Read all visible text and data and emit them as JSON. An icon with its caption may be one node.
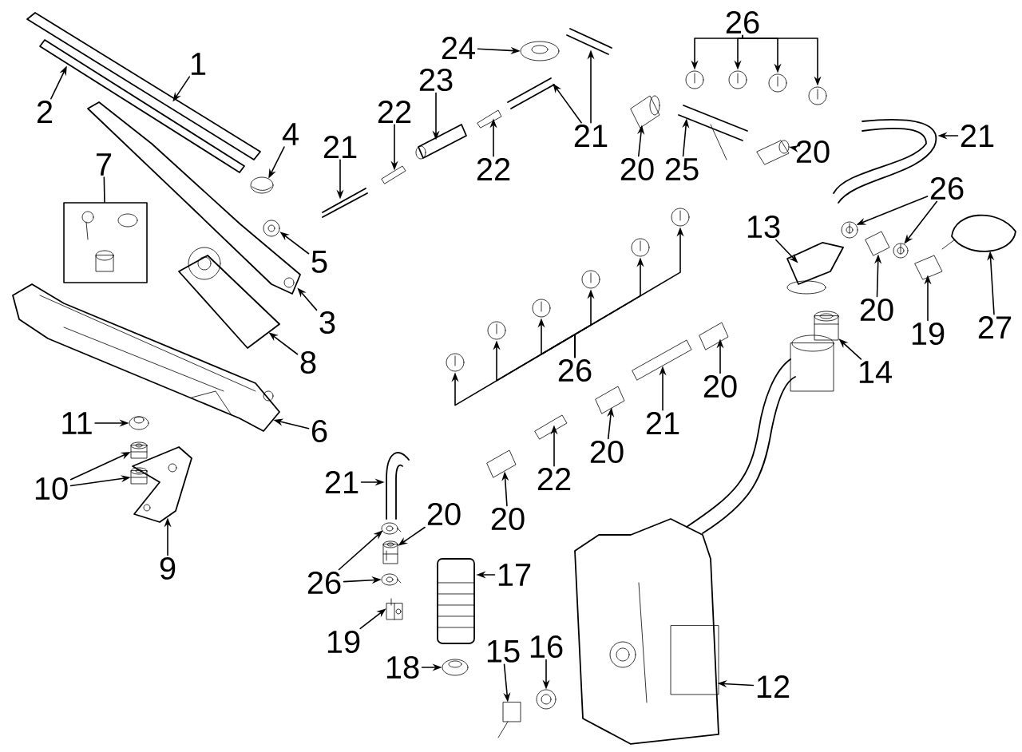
{
  "diagram": {
    "nodes": [
      {
        "text": [
          "1"
        ]
      },
      {
        "text": [
          "2"
        ]
      },
      {
        "text": [
          "4"
        ]
      },
      {
        "text": [
          "5"
        ]
      },
      {
        "text": [
          "3"
        ]
      },
      {
        "text": [
          "7"
        ]
      },
      {
        "text": [],
        "shape": "box"
      },
      {
        "text": [
          "8"
        ]
      },
      {
        "text": [
          "6"
        ]
      },
      {
        "text": [
          "11"
        ]
      },
      {
        "text": [
          "10"
        ]
      },
      {
        "text": [
          "9"
        ]
      },
      {
        "text": [
          "21"
        ]
      },
      {
        "text": [
          "20"
        ]
      },
      {
        "text": [
          "26"
        ]
      },
      {
        "text": [
          "19"
        ]
      },
      {
        "text": [
          "18"
        ]
      },
      {
        "text": [
          "17"
        ]
      },
      {
        "text": [
          "15"
        ]
      },
      {
        "text": [
          "16"
        ]
      },
      {
        "text": [
          "12"
        ]
      },
      {
        "text": [
          "21"
        ]
      },
      {
        "text": [
          "22"
        ]
      },
      {
        "text": [
          "23"
        ]
      },
      {
        "text": [
          "22"
        ]
      },
      {
        "text": [
          "24"
        ]
      },
      {
        "text": [
          "21"
        ]
      },
      {
        "text": [
          "20"
        ]
      },
      {
        "text": [
          "25"
        ]
      },
      {
        "text": [
          "26"
        ]
      },
      {
        "text": [
          "21"
        ]
      },
      {
        "text": [
          "20"
        ]
      },
      {
        "text": [
          "13"
        ]
      },
      {
        "text": [
          "26"
        ]
      },
      {
        "text": [
          "20"
        ]
      },
      {
        "text": [
          "19"
        ]
      },
      {
        "text": [
          "27"
        ]
      },
      {
        "text": [
          "14"
        ]
      },
      {
        "text": [
          "26"
        ]
      },
      {
        "text": [
          "20"
        ]
      },
      {
        "text": [
          "21"
        ]
      },
      {
        "text": [
          "20"
        ]
      },
      {
        "text": [
          "22"
        ]
      },
      {
        "text": [
          "20"
        ]
      },
      {
        "text": [],
        "shape": "picture"
      },
      {
        "text": [],
        "shape": "picture"
      },
      {
        "text": [],
        "shape": "picture"
      },
      {
        "text": [],
        "shape": "picture"
      },
      {
        "text": [],
        "shape": "picture"
      },
      {
        "text": [],
        "shape": "picture"
      },
      {
        "text": [],
        "shape": "picture"
      },
      {
        "text": [],
        "shape": "picture"
      },
      {
        "text": [],
        "shape": "picture"
      },
      {
        "text": [],
        "shape": "picture"
      },
      {
        "text": [],
        "shape": "picture"
      },
      {
        "text": [],
        "shape": "picture"
      },
      {
        "text": [],
        "shape": "picture"
      },
      {
        "text": [],
        "shape": "picture"
      },
      {
        "text": [],
        "shape": "picture"
      },
      {
        "text": [],
        "shape": "picture"
      },
      {
        "text": [],
        "shape": "picture"
      },
      {
        "text": [],
        "shape": "picture"
      },
      {
        "text": [],
        "shape": "picture"
      },
      {
        "text": [],
        "shape": "picture"
      },
      {
        "text": [],
        "shape": "picture"
      },
      {
        "text": [],
        "shape": "picture"
      },
      {
        "text": [],
        "shape": "picture"
      },
      {
        "text": [],
        "shape": "picture"
      },
      {
        "text": [],
        "shape": "picture"
      },
      {
        "text": [],
        "shape": "picture"
      },
      {
        "text": [],
        "shape": "picture"
      },
      {
        "text": [],
        "shape": "picture"
      },
      {
        "text": [],
        "shape": "picture"
      },
      {
        "text": [],
        "shape": "picture"
      },
      {
        "text": [],
        "shape": "picture"
      },
      {
        "text": [],
        "shape": "picture"
      },
      {
        "text": [],
        "shape": "picture"
      },
      {
        "text": [],
        "shape": "picture"
      },
      {
        "text": [],
        "shape": "picture"
      },
      {
        "text": [],
        "shape": "picture"
      },
      {
        "text": [],
        "shape": "picture"
      },
      {
        "text": [],
        "shape": "picture"
      },
      {
        "text": [],
        "shape": "picture"
      },
      {
        "text": [],
        "shape": "picture"
      },
      {
        "text": [],
        "shape": "picture"
      },
      {
        "text": [],
        "shape": "picture"
      },
      {
        "text": [],
        "shape": "picture"
      },
      {
        "text": [],
        "shape": "picture"
      },
      {
        "text": [],
        "shape": "picture"
      },
      {
        "text": [],
        "shape": "picture"
      },
      {
        "text": [],
        "shape": "picture"
      },
      {
        "text": [],
        "shape": "picture"
      },
      {
        "text": [],
        "shape": "picture"
      },
      {
        "text": [],
        "shape": "picture"
      },
      {
        "text": [],
        "shape": "picture"
      },
      {
        "text": [],
        "shape": "picture"
      },
      {
        "text": [],
        "shape": "picture"
      },
      {
        "text": [],
        "shape": "picture"
      }
    ],
    "edges": [
      {
        "from": 0,
        "to": 44,
        "arrow": "to"
      },
      {
        "from": 1,
        "to": 45,
        "arrow": "to"
      },
      {
        "from": 2,
        "to": 46,
        "arrow": "to"
      },
      {
        "from": 3,
        "to": 47,
        "arrow": "to"
      },
      {
        "from": 4,
        "to": 48,
        "arrow": "to"
      },
      {
        "from": 5,
        "to": 6,
        "arrow": "none"
      },
      {
        "from": 7,
        "to": 49,
        "arrow": "to"
      },
      {
        "from": 8,
        "to": 50,
        "arrow": "to"
      },
      {
        "from": 9,
        "to": 51,
        "arrow": "to"
      },
      {
        "from": 10,
        "to": 52,
        "arrow": "to"
      },
      {
        "from": 10,
        "to": 53,
        "arrow": "to"
      },
      {
        "from": 11,
        "to": 54,
        "arrow": "to"
      },
      {
        "from": 12,
        "to": 55,
        "arrow": "to"
      },
      {
        "from": 13,
        "to": 56,
        "arrow": "to"
      },
      {
        "from": 14,
        "to": 57,
        "arrow": "to"
      },
      {
        "from": 14,
        "to": 58,
        "arrow": "to"
      },
      {
        "from": 15,
        "to": 59,
        "arrow": "to"
      },
      {
        "from": 16,
        "to": 60,
        "arrow": "to"
      },
      {
        "from": 17,
        "to": 61,
        "arrow": "to"
      },
      {
        "from": 18,
        "to": 62,
        "arrow": "to"
      },
      {
        "from": 19,
        "to": 63,
        "arrow": "to"
      },
      {
        "from": 20,
        "to": 64,
        "arrow": "to"
      },
      {
        "from": 21,
        "to": 65,
        "arrow": "to"
      },
      {
        "from": 22,
        "to": 66,
        "arrow": "to"
      },
      {
        "from": 23,
        "to": 67,
        "arrow": "to"
      },
      {
        "from": 24,
        "to": 68,
        "arrow": "to"
      },
      {
        "from": 25,
        "to": 69,
        "arrow": "to"
      },
      {
        "from": 26,
        "to": 70,
        "arrow": "to"
      },
      {
        "from": 26,
        "to": 71,
        "arrow": "to"
      },
      {
        "from": 27,
        "to": 72,
        "arrow": "to"
      },
      {
        "from": 28,
        "to": 73,
        "arrow": "to"
      },
      {
        "from": 29,
        "to": 74,
        "arrow": "to"
      },
      {
        "from": 29,
        "to": 75,
        "arrow": "to"
      },
      {
        "from": 29,
        "to": 76,
        "arrow": "to"
      },
      {
        "from": 29,
        "to": 77,
        "arrow": "to"
      },
      {
        "from": 30,
        "to": 78,
        "arrow": "to"
      },
      {
        "from": 31,
        "to": 79,
        "arrow": "to"
      },
      {
        "from": 32,
        "to": 80,
        "arrow": "to"
      },
      {
        "from": 33,
        "to": 81,
        "arrow": "to"
      },
      {
        "from": 33,
        "to": 82,
        "arrow": "to"
      },
      {
        "from": 34,
        "to": 83,
        "arrow": "to"
      },
      {
        "from": 35,
        "to": 84,
        "arrow": "to"
      },
      {
        "from": 36,
        "to": 85,
        "arrow": "to"
      },
      {
        "from": 37,
        "to": 86,
        "arrow": "to"
      },
      {
        "from": 38,
        "to": 87,
        "arrow": "to"
      },
      {
        "from": 38,
        "to": 88,
        "arrow": "to"
      },
      {
        "from": 38,
        "to": 89,
        "arrow": "to"
      },
      {
        "from": 38,
        "to": 90,
        "arrow": "to"
      },
      {
        "from": 38,
        "to": 91,
        "arrow": "to"
      },
      {
        "from": 38,
        "to": 92,
        "arrow": "to"
      },
      {
        "from": 39,
        "to": 93,
        "arrow": "to"
      },
      {
        "from": 40,
        "to": 94,
        "arrow": "to"
      },
      {
        "from": 41,
        "to": 95,
        "arrow": "to"
      },
      {
        "from": 42,
        "to": 96,
        "arrow": "to"
      },
      {
        "from": 43,
        "to": 97,
        "arrow": "to"
      }
    ]
  }
}
